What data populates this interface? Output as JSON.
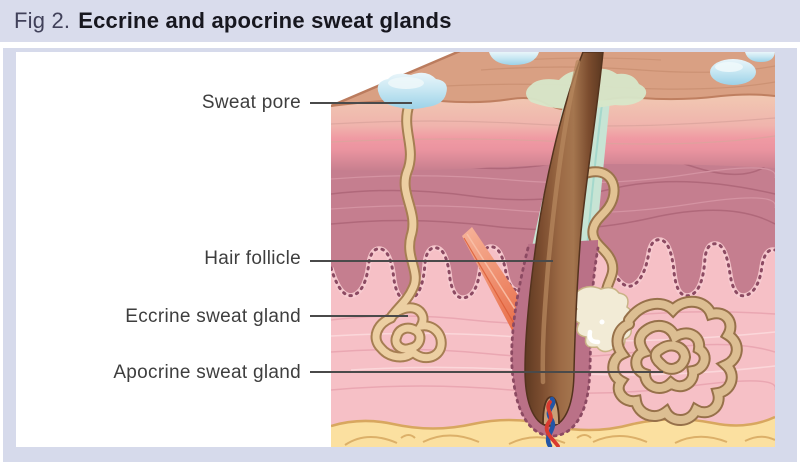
{
  "header": {
    "figure_label": "Fig 2.",
    "title": "Eccrine and apocrine sweat glands"
  },
  "figure": {
    "labels": [
      {
        "text": "Sweat pore"
      },
      {
        "text": "Hair follicle"
      },
      {
        "text": "Eccrine sweat gland"
      },
      {
        "text": "Apocrine sweat gland"
      }
    ],
    "colors": {
      "header_background": "#d9dcec",
      "frame_border": "#d6daeb",
      "title_text": "#17171f",
      "label_text": "#3e3e3e",
      "skin_surface_tan": "#d9a083",
      "epidermis_peach": "#f0b3ac",
      "basal_pink_band": "#f09aa3",
      "upper_dermis_mauve": "#c57e8f",
      "lower_dermis_pink": "#f6c0c6",
      "subcutaneous_fat": "#fbe0a0",
      "gland_tan": "#eccfa2",
      "hair_brown": "#8a5a3a",
      "sweat_droplet_blue": "#b9e0ef",
      "sebum_green": "#d7e7c9",
      "arrector_muscle_red": "#ec8260",
      "vessel_blue": "#2355a6",
      "vessel_red": "#d83a30"
    }
  }
}
